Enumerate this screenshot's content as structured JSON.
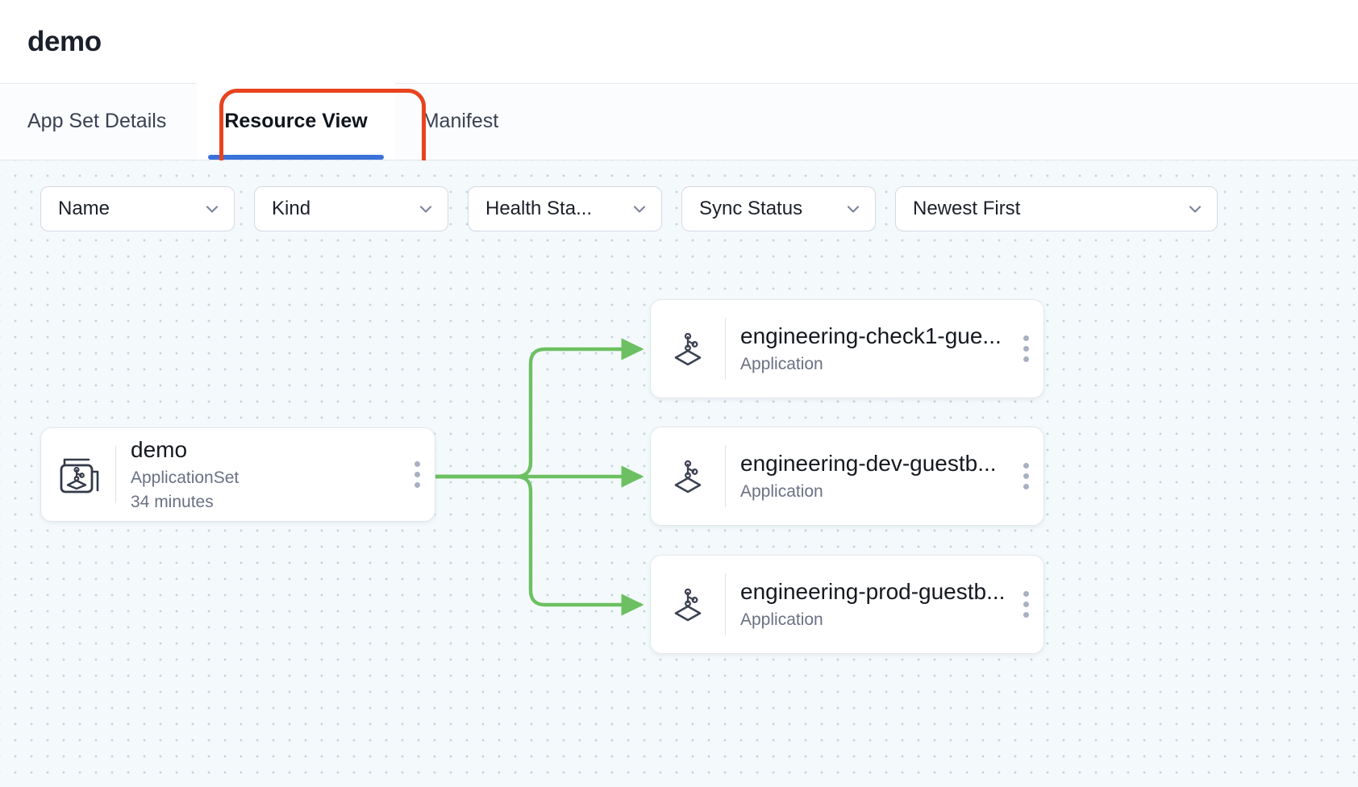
{
  "header": {
    "title": "demo"
  },
  "tabs": [
    {
      "label": "App Set Details",
      "active": false
    },
    {
      "label": "Resource View",
      "active": true
    },
    {
      "label": "Manifest",
      "active": false
    }
  ],
  "filters": [
    {
      "name": "name-filter",
      "label": "Name"
    },
    {
      "name": "kind-filter",
      "label": "Kind"
    },
    {
      "name": "health-status-filter",
      "label": "Health Sta..."
    },
    {
      "name": "sync-status-filter",
      "label": "Sync Status"
    },
    {
      "name": "sort-order-select",
      "label": "Newest First"
    }
  ],
  "graph": {
    "root": {
      "name": "demo",
      "kind": "ApplicationSet",
      "age": "34 minutes",
      "icon": "applicationset-icon"
    },
    "children": [
      {
        "name": "engineering-check1-gue...",
        "kind": "Application",
        "icon": "application-icon"
      },
      {
        "name": "engineering-dev-guestb...",
        "kind": "Application",
        "icon": "application-icon"
      },
      {
        "name": "engineering-prod-guestb...",
        "kind": "Application",
        "icon": "application-icon"
      }
    ]
  },
  "colors": {
    "accent": "#3b72d9",
    "highlight": "#e8431f",
    "edge": "#6cc061",
    "canvas": "#f4fafc"
  }
}
